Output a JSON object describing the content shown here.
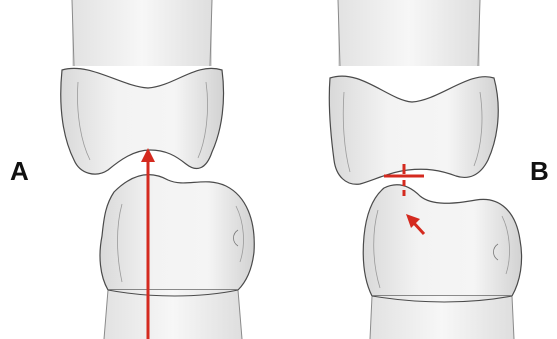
{
  "panels": [
    {
      "id": "A",
      "label": "A"
    },
    {
      "id": "B",
      "label": "B"
    }
  ],
  "colors": {
    "bone_fill": "#efefef",
    "bone_shade": "#d8d8d8",
    "bone_outline": "#4a4a4a",
    "marker_red": "#d42a1f"
  },
  "icons": {
    "alignment_line": "straight-arrow-line",
    "pivot_marker": "crosshair",
    "direction_arrow": "small-arrow"
  }
}
